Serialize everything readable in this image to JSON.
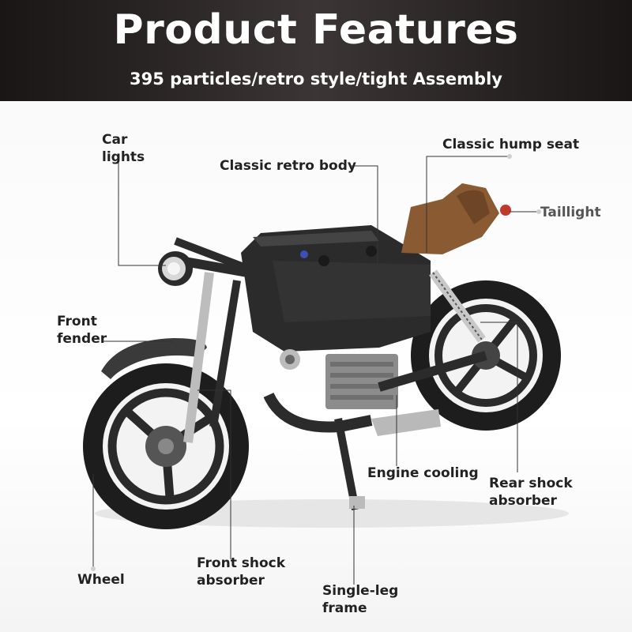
{
  "header": {
    "title": "Product Features",
    "subtitle": "395 particles/retro style/tight Assembly"
  },
  "labels": {
    "car_lights": "Car\nlights",
    "classic_retro_body": "Classic retro body",
    "classic_hump_seat": "Classic hump seat",
    "taillight": "Taillight",
    "front_fender": "Front\nfender",
    "engine_cooling": "Engine cooling",
    "rear_shock_absorber": "Rear shock\nabsorber",
    "wheel": "Wheel",
    "front_shock_absorber": "Front shock\nabsorber",
    "single_leg_frame": "Single-leg\nframe"
  },
  "colors": {
    "header_dark": "#1a1616",
    "seat_brown": "#8a5a33",
    "body_dark": "#2b2b2b",
    "tire": "#1e1e1e",
    "engine_grey": "#8c8c8c"
  }
}
